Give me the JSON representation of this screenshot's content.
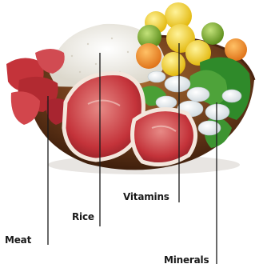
{
  "illustration": {
    "items": [
      "bowl",
      "meat",
      "rice",
      "fruit",
      "greens",
      "mineral-tablets"
    ]
  },
  "labels": {
    "meat": "Meat",
    "rice": "Rice",
    "vitamins": "Vitamins",
    "minerals": "Minerals"
  },
  "colors": {
    "bowl": "#6e3d1c",
    "bowl_rim": "#4a2410",
    "meat": "#c8343a",
    "meat_light": "#e58a8a",
    "fat": "#f3e6dc",
    "rice": "#f1eee6",
    "orange": "#f28b1e",
    "lemon": "#f3d21c",
    "lime": "#7cae2d",
    "greens": "#2f8a2a",
    "tablets": "#eef2f4",
    "line": "#1a1a1a"
  }
}
